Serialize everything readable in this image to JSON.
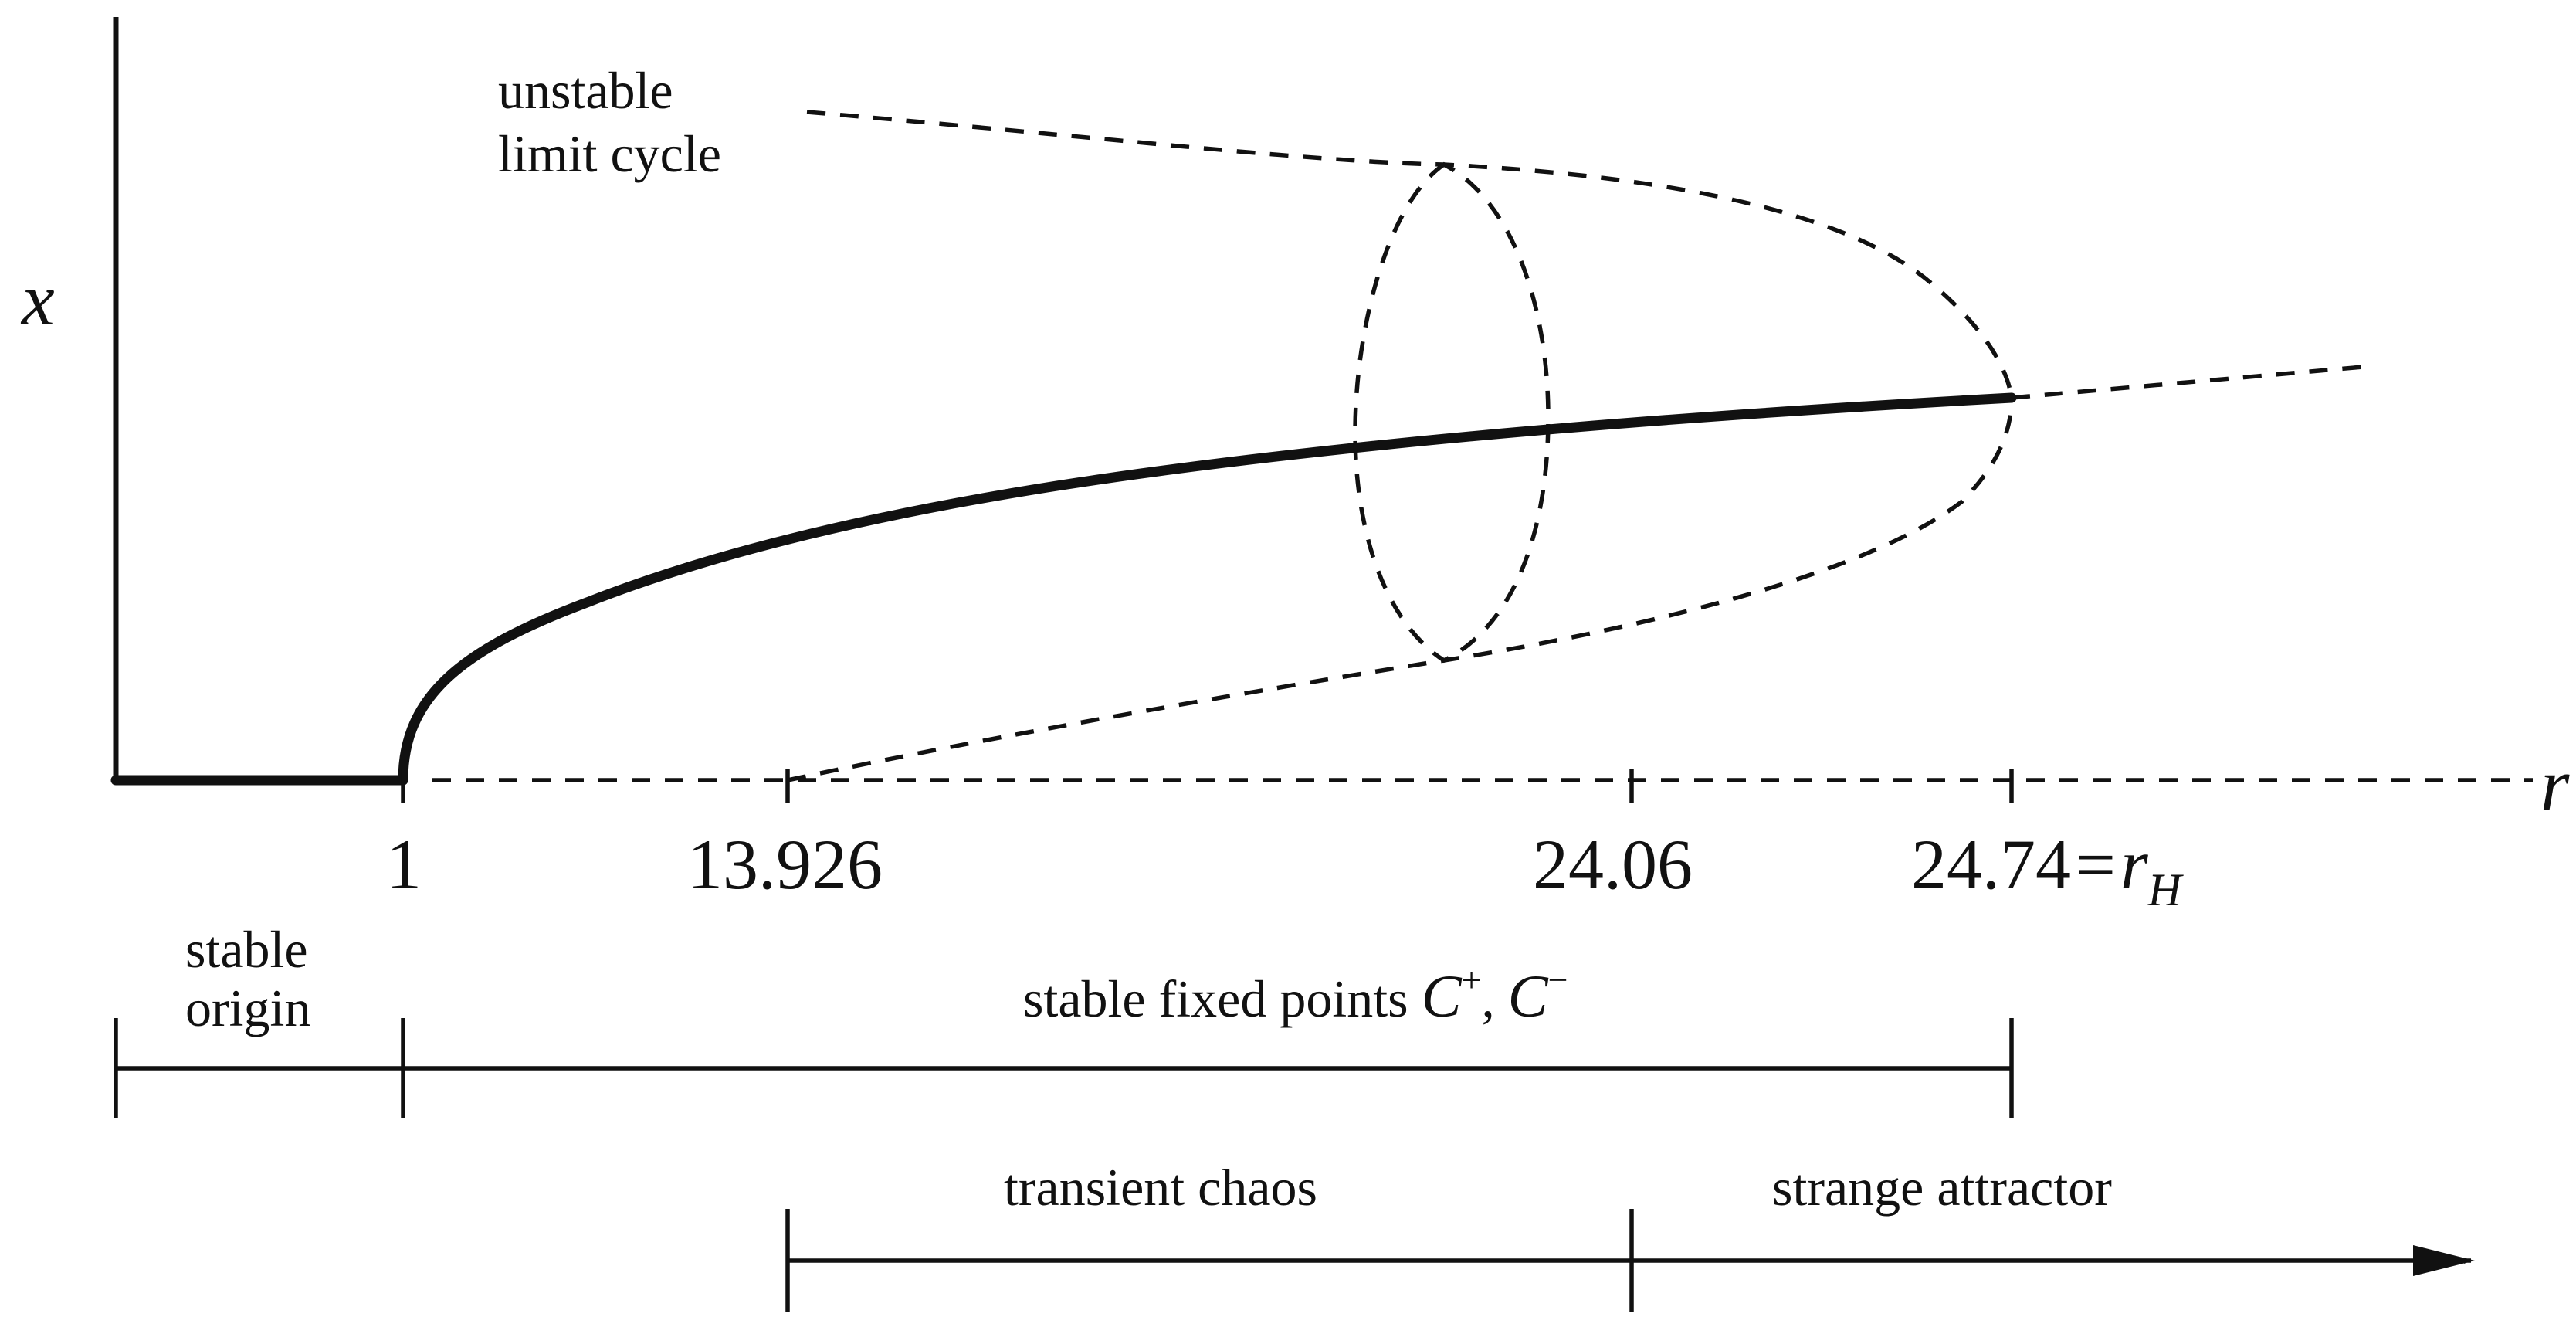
{
  "axes": {
    "x_label": "r",
    "y_label": "x"
  },
  "curve_labels": {
    "unstable_limit_cycle_line1": "unstable",
    "unstable_limit_cycle_line2": "limit cycle"
  },
  "ticks": {
    "one": "1",
    "t13": "13.926",
    "t24": "24.06",
    "t2474": "24.74",
    "t2474_equals": "=",
    "t2474_r": "r",
    "t2474_sub": "H"
  },
  "regions": {
    "stable_origin_line1": "stable",
    "stable_origin_line2": "origin",
    "stable_fixed_points_text": "stable fixed points ",
    "c_plus": "C",
    "c_plus_sup": "+",
    "comma": ", ",
    "c_minus": "C",
    "c_minus_sup": "−",
    "transient_chaos": "transient chaos",
    "strange_attractor": "strange attractor"
  }
}
